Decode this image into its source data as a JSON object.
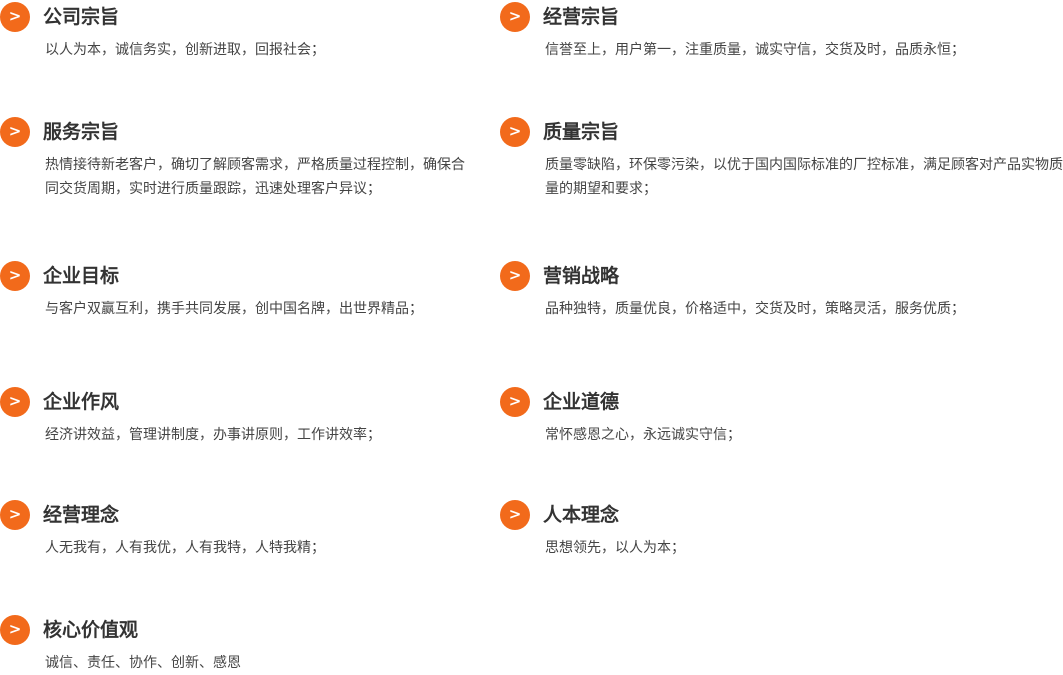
{
  "accent_color": "#f26a1b",
  "badge_symbol": ">",
  "left_items": [
    {
      "title": "公司宗旨",
      "desc": "以人为本，诚信务实，创新进取，回报社会；"
    },
    {
      "title": "服务宗旨",
      "desc": "热情接待新老客户，确切了解顾客需求，严格质量过程控制，确保合同交货周期，实时进行质量跟踪，迅速处理客户异议；"
    },
    {
      "title": "企业目标",
      "desc": "与客户双赢互利，携手共同发展，创中国名牌，出世界精品；"
    },
    {
      "title": "企业作风",
      "desc": "经济讲效益，管理讲制度，办事讲原则，工作讲效率；"
    },
    {
      "title": "经营理念",
      "desc": "人无我有，人有我优，人有我特，人特我精；"
    },
    {
      "title": "核心价值观",
      "desc": "诚信、责任、协作、创新、感恩"
    }
  ],
  "right_items": [
    {
      "title": "经营宗旨",
      "desc": "信誉至上，用户第一，注重质量，诚实守信，交货及时，品质永恒；"
    },
    {
      "title": "质量宗旨",
      "desc": "质量零缺陷，环保零污染，以优于国内国际标准的厂控标准，满足顾客对产品实物质量的期望和要求；"
    },
    {
      "title": "营销战略",
      "desc": "品种独特，质量优良，价格适中，交货及时，策略灵活，服务优质；"
    },
    {
      "title": "企业道德",
      "desc": "常怀感恩之心，永远诚实守信；"
    },
    {
      "title": "人本理念",
      "desc": "思想领先，以人为本；"
    }
  ]
}
